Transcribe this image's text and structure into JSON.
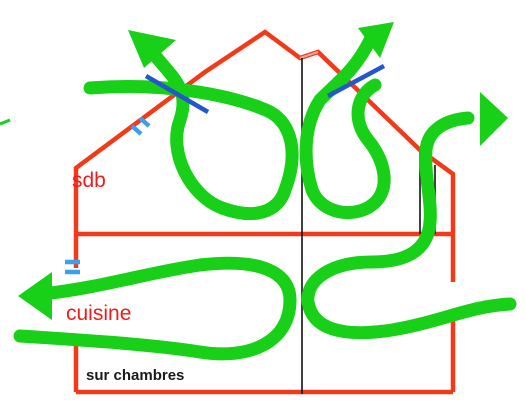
{
  "labels": {
    "bathroom": "sdb",
    "kitchen": "cuisine",
    "bottom": "sur chambres"
  },
  "colors": {
    "walls": "#f13a1a",
    "airflow": "#18d018",
    "window_blue": "#2457c8",
    "vent_blue": "#3aa0ee",
    "partition": "#111111",
    "room_text": "#ee1d1d"
  },
  "icons": {
    "airflow_arrow": "arrow-head",
    "vent": "vent-slot",
    "window": "window-bar"
  }
}
